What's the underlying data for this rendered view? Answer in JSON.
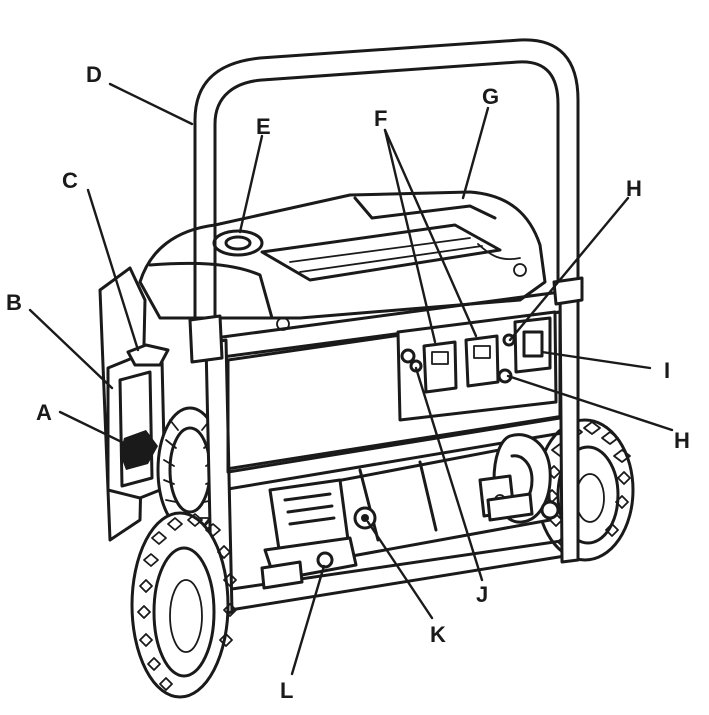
{
  "labels": {
    "a": "A",
    "b": "B",
    "c": "C",
    "d": "D",
    "e": "E",
    "f": "F",
    "g": "G",
    "h": "H",
    "i": "I",
    "j": "J",
    "k": "K",
    "l": "L"
  }
}
